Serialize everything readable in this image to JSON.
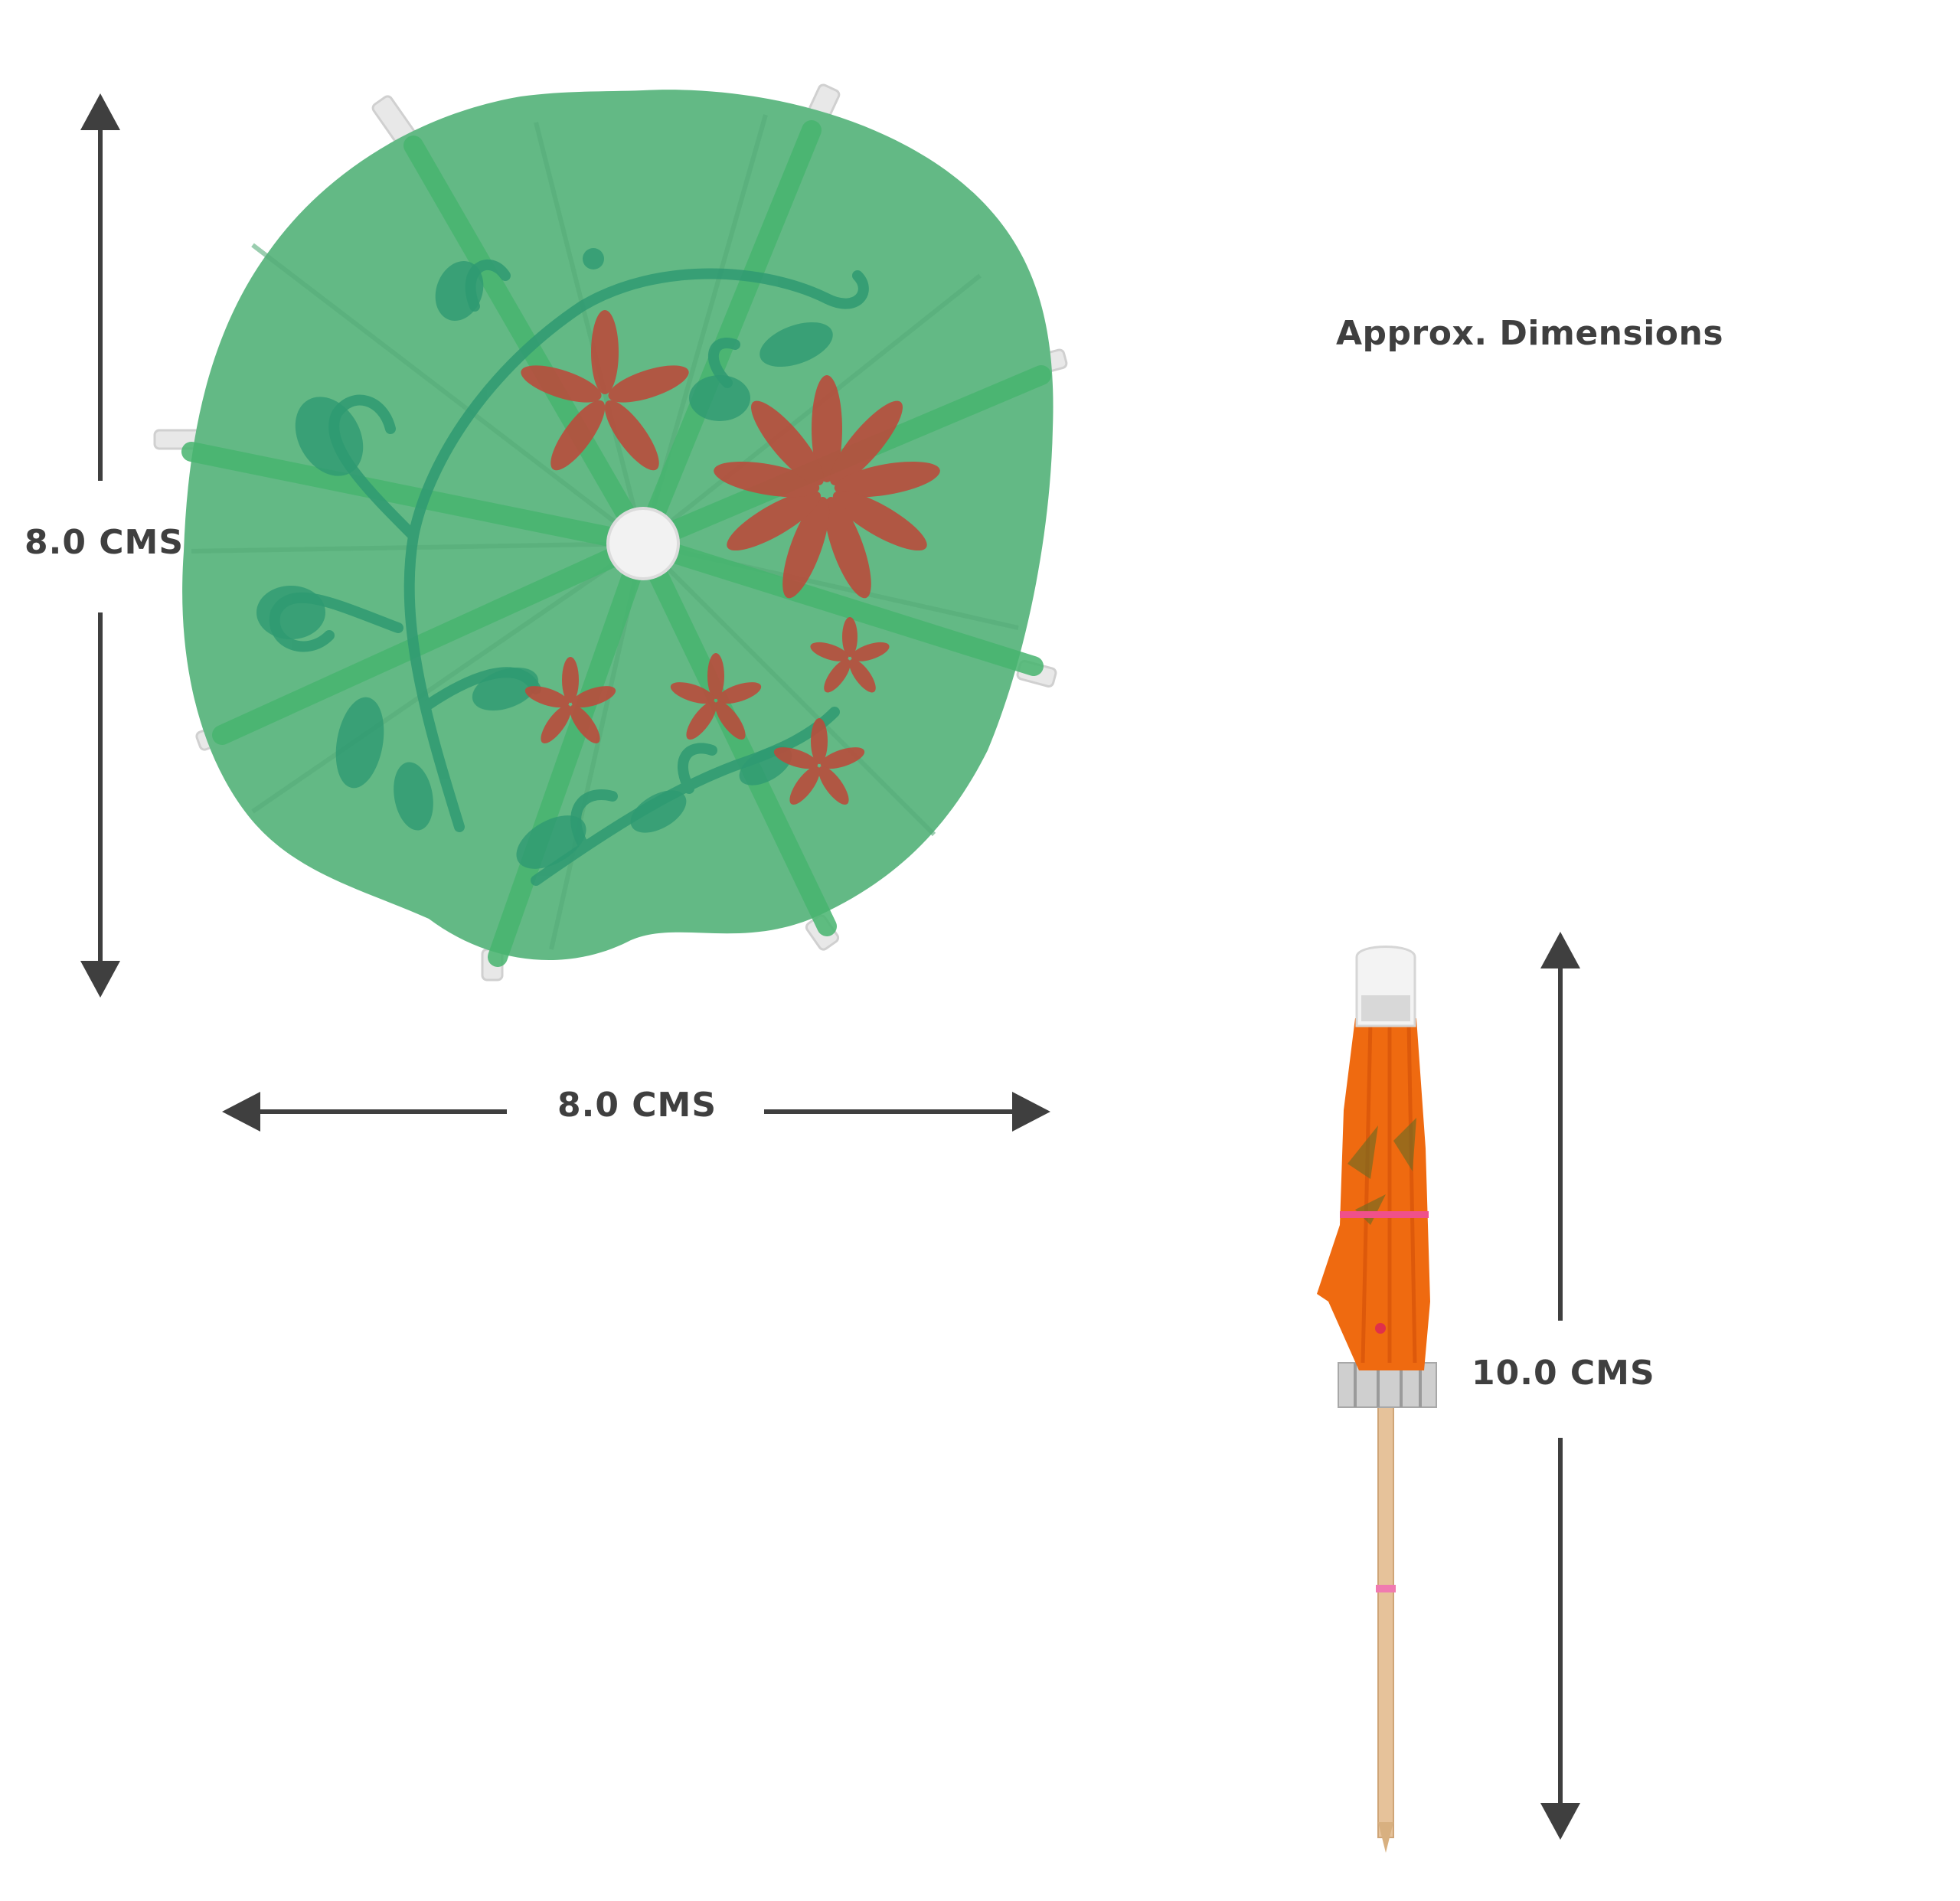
{
  "title": "Approx. Dimensions",
  "dimensions": {
    "height_label": "8.0 CMS",
    "width_label": "8.0 CMS",
    "length_label": "10.0 CMS"
  },
  "colors": {
    "text": "#3f3f3f",
    "arrow": "#3f3f3f",
    "umbrella_open": "#5fb882",
    "umbrella_print": "#2f9a72",
    "flower": "#b94d3c",
    "umbrella_closed": "#ef6a10",
    "stick": "#e6c29a"
  },
  "images": [
    "open-green-paper-umbrella",
    "closed-orange-paper-umbrella"
  ]
}
